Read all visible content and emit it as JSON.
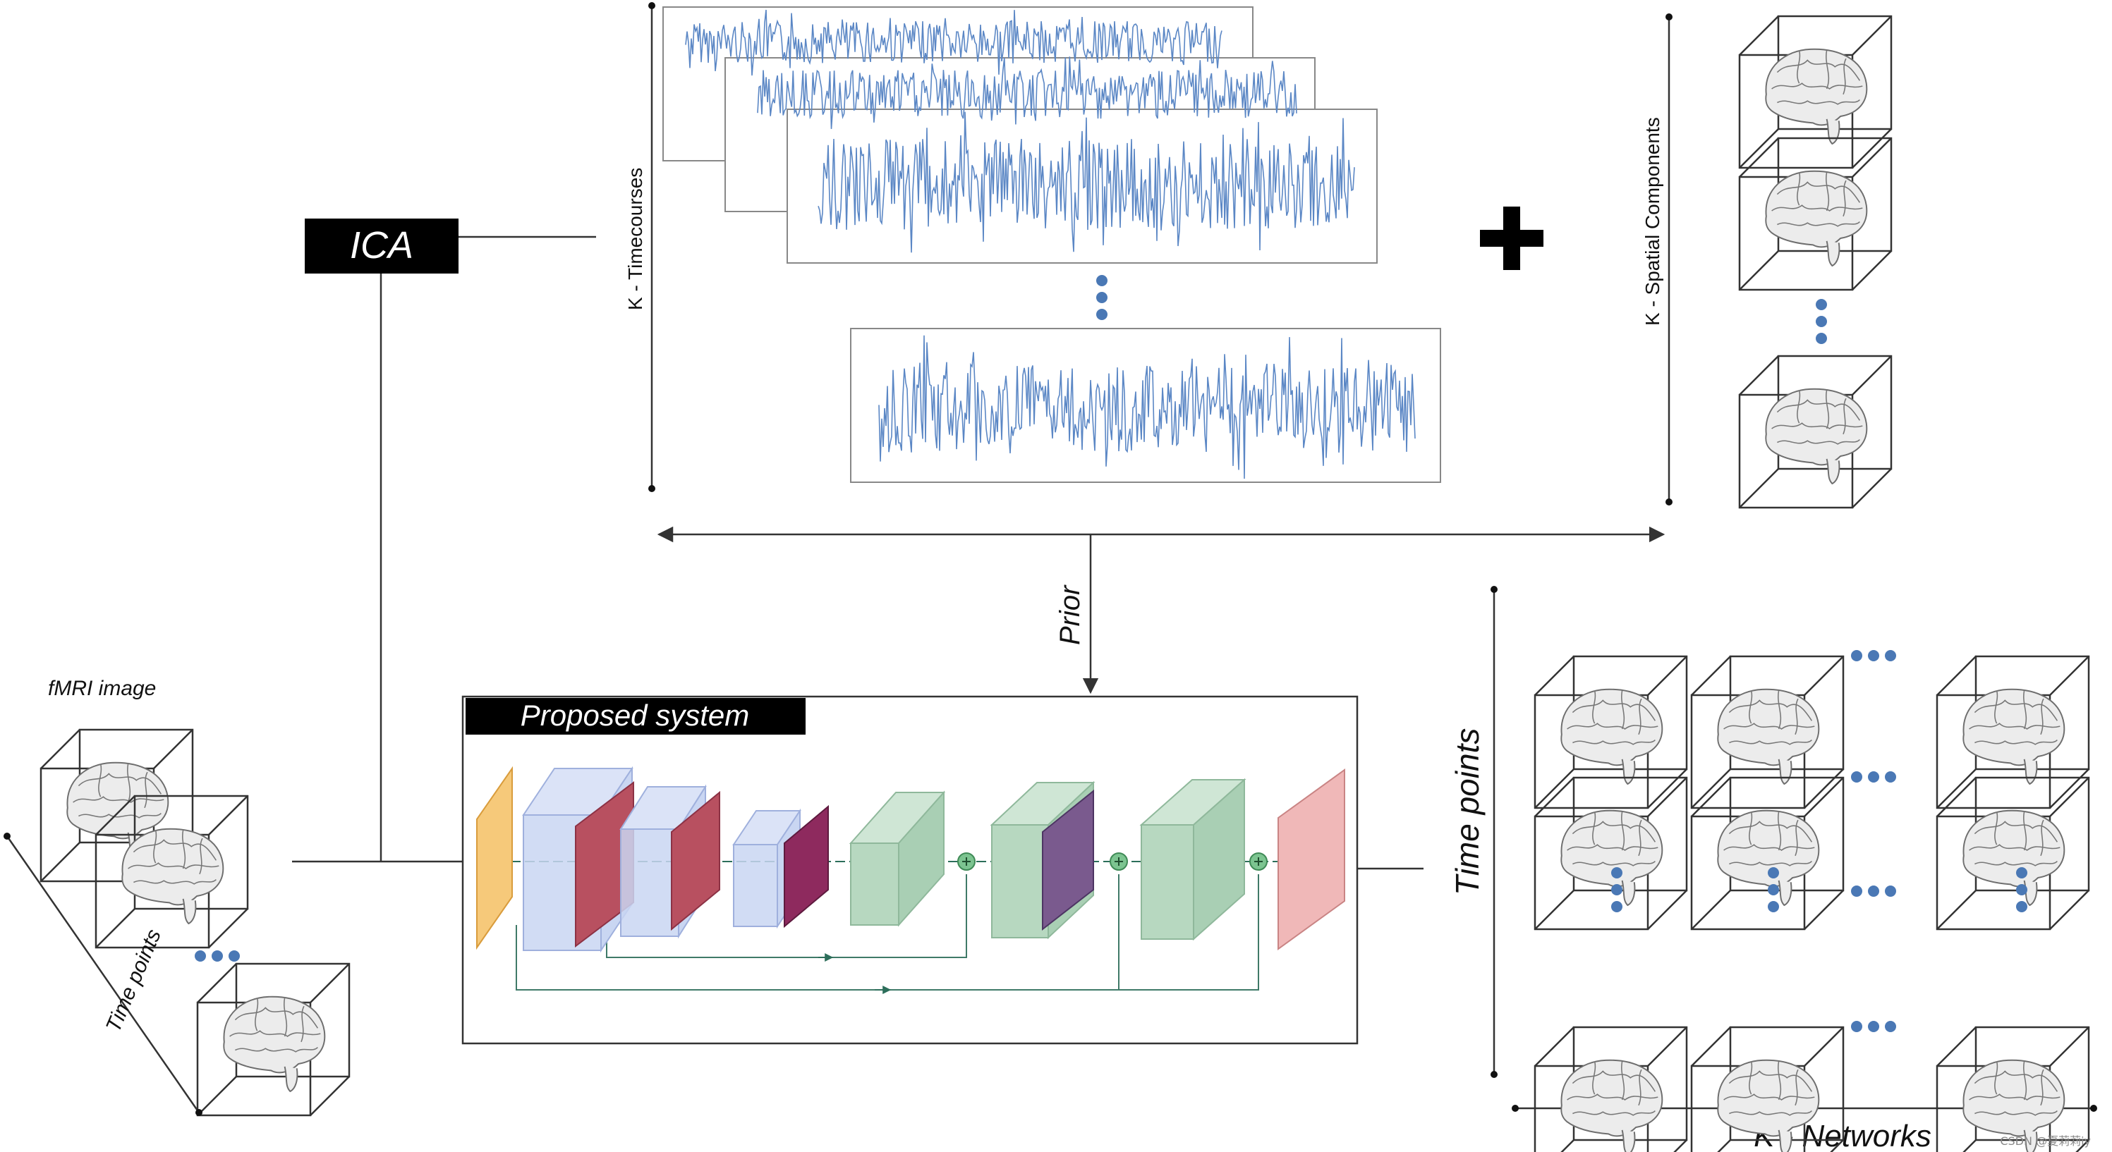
{
  "labels": {
    "ica": "ICA",
    "k_timecourses": "K - Timecourses",
    "k_spatial": "K - Spatial Components",
    "prior": "Prior",
    "fmri_image": "fMRI image",
    "time_points_left": "Time points",
    "proposed_system": "Proposed system",
    "time_points_right": "Time points",
    "k_networks": "K - Networks",
    "watermark": "CSDN @夏莉莉iy"
  },
  "symbols": {
    "plus": "plus-icon",
    "ellipsis": "dots-icon",
    "brain": "brain-icon",
    "sum_node": "sum-node-icon"
  },
  "colors": {
    "signal_blue": "#5b87c5",
    "dot_blue": "#4a78b5",
    "label_box": "#000000",
    "input_orange": "#f6c97a",
    "layer_blue": "#c9d6f2",
    "feature_red": "#b85060",
    "feature_magenta": "#8e2a5e",
    "block_green": "#b7d8c0",
    "feature_purple": "#7a5a8e",
    "output_pink": "#f0b8b8",
    "sum_node": "#7cc490"
  }
}
